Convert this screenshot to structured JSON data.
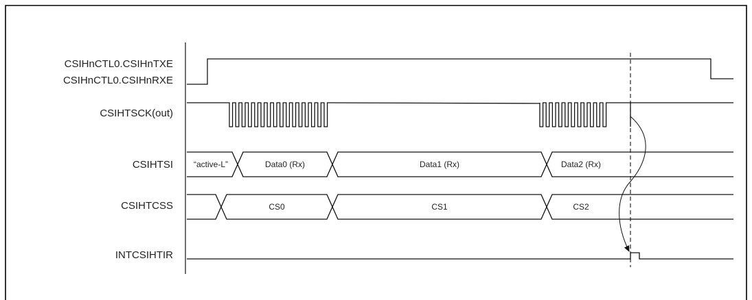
{
  "signals": {
    "txe": "CSIHnCTL0.CSIHnTXE",
    "rxe": "CSIHnCTL0.CSIHnRXE",
    "sck": "CSIHTSCK(out)",
    "si": "CSIHTSI",
    "css": "CSIHTCSS",
    "intr": "INTCSIHTIR"
  },
  "si_bus": {
    "initial": "“active-L”",
    "data0": "Data0 (Rx)",
    "data1": "Data1 (Rx)",
    "data2": "Data2 (Rx)"
  },
  "css_bus": {
    "cs0": "CS0",
    "cs1": "CS1",
    "cs2": "CS2"
  }
}
